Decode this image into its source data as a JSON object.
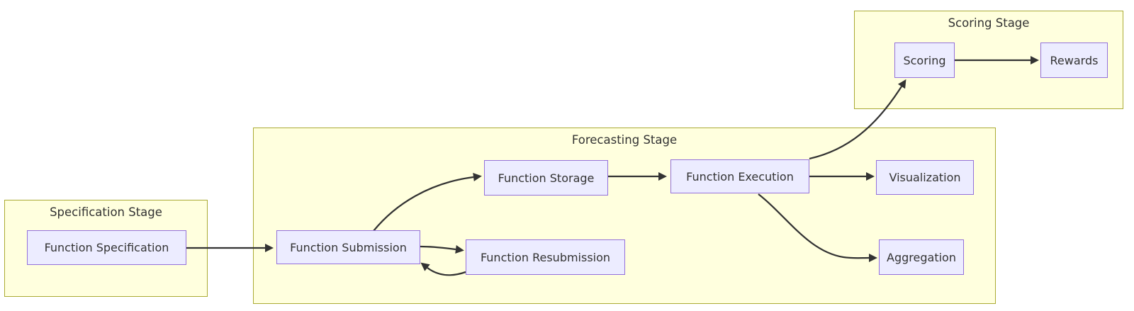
{
  "diagram": {
    "type": "flowchart",
    "clusters": {
      "specification": {
        "title": "Specification Stage"
      },
      "forecasting": {
        "title": "Forecasting Stage"
      },
      "scoring": {
        "title": "Scoring Stage"
      }
    },
    "nodes": {
      "function_specification": {
        "label": "Function Specification"
      },
      "function_submission": {
        "label": "Function Submission"
      },
      "function_storage": {
        "label": "Function Storage"
      },
      "function_resubmission": {
        "label": "Function Resubmission"
      },
      "function_execution": {
        "label": "Function Execution"
      },
      "visualization": {
        "label": "Visualization"
      },
      "aggregation": {
        "label": "Aggregation"
      },
      "scoring": {
        "label": "Scoring"
      },
      "rewards": {
        "label": "Rewards"
      }
    },
    "edges": [
      {
        "from": "Function Specification",
        "to": "Function Submission"
      },
      {
        "from": "Function Submission",
        "to": "Function Storage"
      },
      {
        "from": "Function Submission",
        "to": "Function Resubmission"
      },
      {
        "from": "Function Resubmission",
        "to": "Function Submission"
      },
      {
        "from": "Function Storage",
        "to": "Function Execution"
      },
      {
        "from": "Function Execution",
        "to": "Visualization"
      },
      {
        "from": "Function Execution",
        "to": "Aggregation"
      },
      {
        "from": "Function Execution",
        "to": "Scoring"
      },
      {
        "from": "Scoring",
        "to": "Rewards"
      }
    ],
    "colors": {
      "background": "#ffffff",
      "cluster_fill": "#ffffde",
      "cluster_border": "#aaaa33",
      "node_fill": "#ececff",
      "node_border": "#9370db",
      "edge": "#333333",
      "text": "#333333"
    }
  }
}
